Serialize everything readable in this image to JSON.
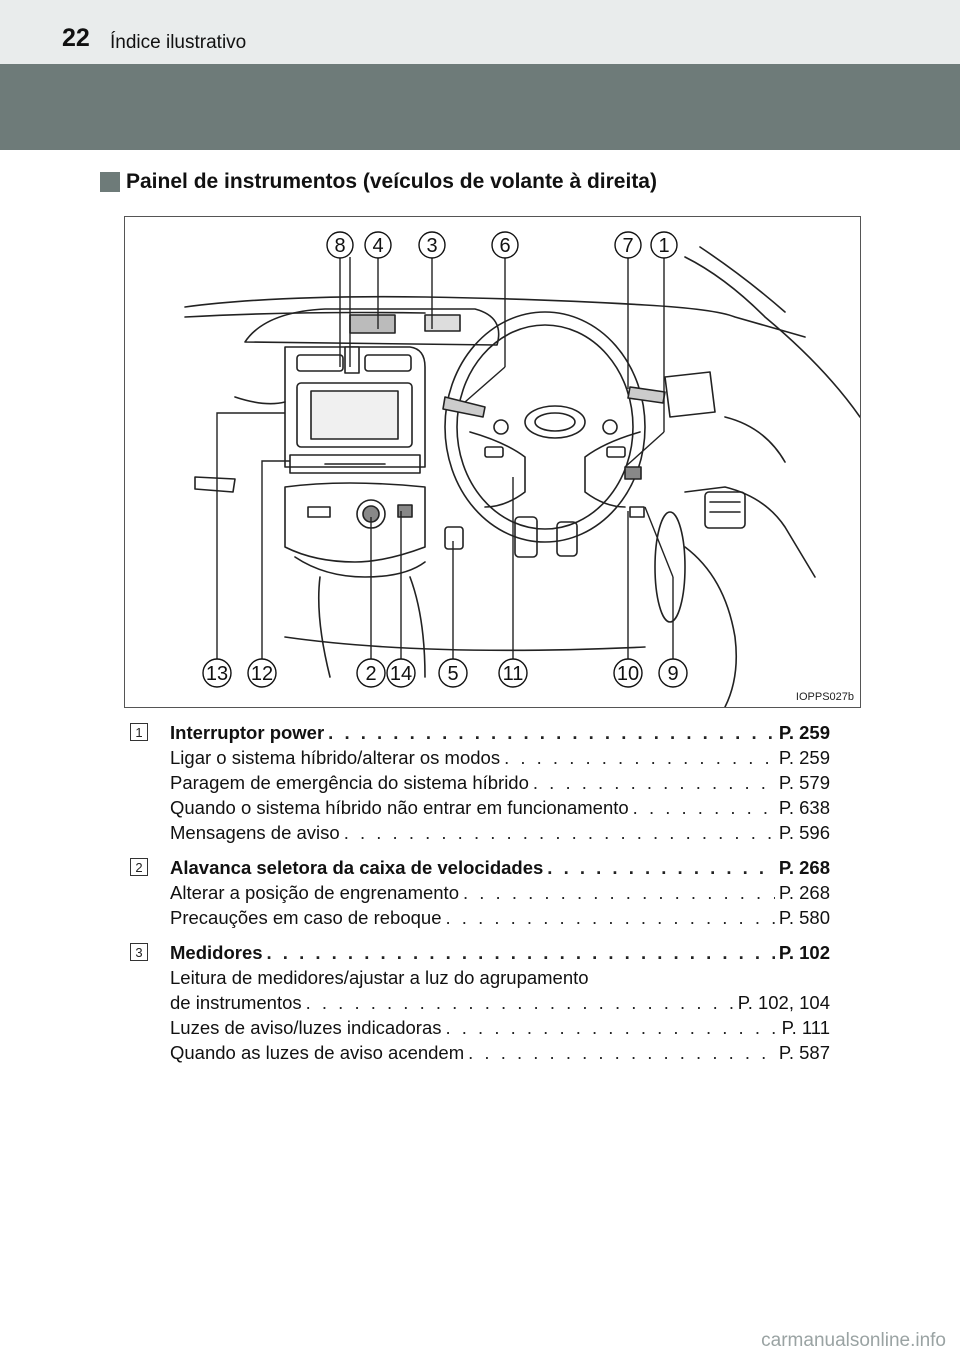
{
  "header": {
    "page_number": "22",
    "title": "Índice ilustrativo"
  },
  "section": {
    "title": "Painel de instrumentos (veículos de volante à direita)"
  },
  "figure": {
    "code": "IOPPS027b",
    "top_callouts": [
      "8",
      "4",
      "3",
      "6",
      "7",
      "1"
    ],
    "bottom_callouts": [
      "13",
      "12",
      "2",
      "14",
      "5",
      "11",
      "10",
      "9"
    ]
  },
  "entries": [
    {
      "number": "1",
      "title": "Interruptor power",
      "page": "P. 259",
      "subs": [
        {
          "text": "Ligar o sistema híbrido/alterar os modos",
          "page": "P. 259"
        },
        {
          "text": "Paragem de emergência do sistema híbrido",
          "page": "P. 579"
        },
        {
          "text": "Quando o sistema híbrido não entrar em funcionamento",
          "page": "P. 638"
        },
        {
          "text": "Mensagens de aviso",
          "page": "P. 596"
        }
      ]
    },
    {
      "number": "2",
      "title": "Alavanca seletora da caixa de velocidades",
      "page": "P. 268",
      "subs": [
        {
          "text": "Alterar a posição de engrenamento",
          "page": "P. 268"
        },
        {
          "text": "Precauções em caso de reboque",
          "page": "P. 580"
        }
      ]
    },
    {
      "number": "3",
      "title": "Medidores",
      "page": "P. 102",
      "subs": [
        {
          "text": "Leitura de medidores/ajustar a luz do agrupamento",
          "page": ""
        },
        {
          "text": "de instrumentos",
          "page": "P. 102, 104"
        },
        {
          "text": "Luzes de aviso/luzes indicadoras",
          "page": "P. 111"
        },
        {
          "text": "Quando as luzes de aviso acendem",
          "page": "P. 587"
        }
      ]
    }
  ],
  "watermark": "carmanualsonline.info"
}
